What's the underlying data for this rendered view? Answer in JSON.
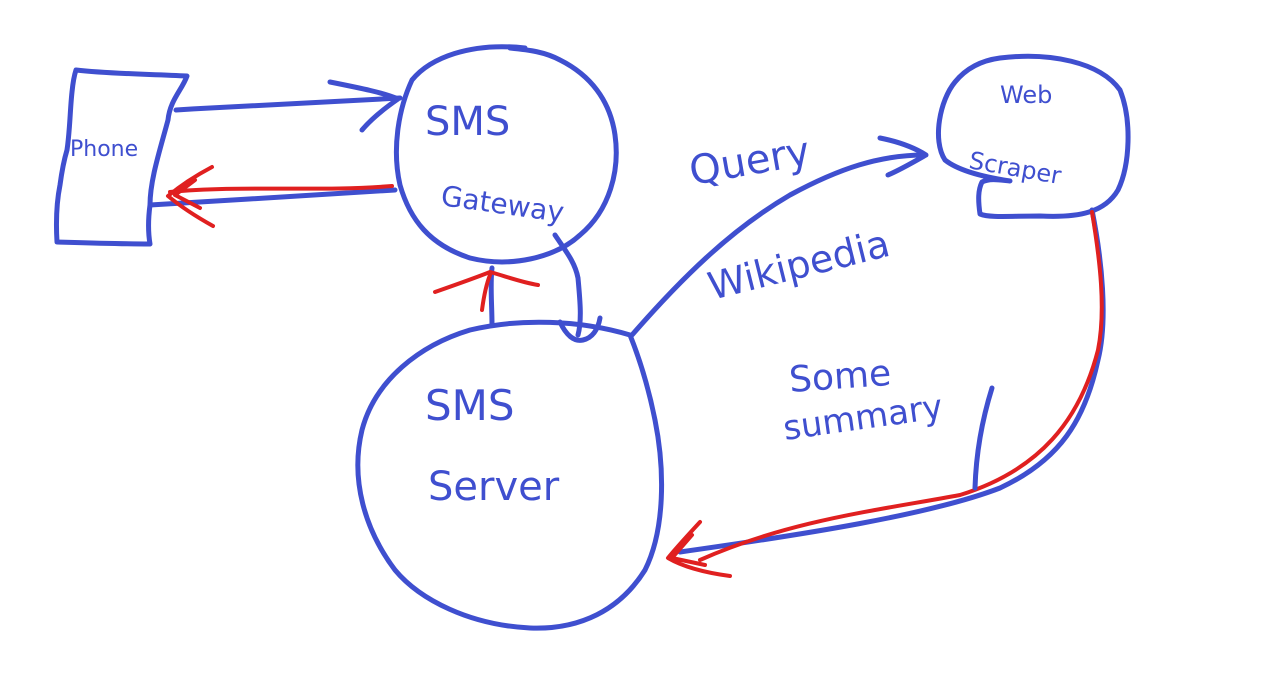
{
  "colors": {
    "blue_ink": "#3f4fcf",
    "red_ink": "#e02020",
    "background": "#ffffff"
  },
  "nodes": {
    "phone": {
      "label": "Phone"
    },
    "sms_gateway": {
      "label_line1": "SMS",
      "label_line2": "Gateway"
    },
    "web_scraper": {
      "label_line1": "Web",
      "label_line2": "Scraper"
    },
    "sms_server": {
      "label_line1": "SMS",
      "label_line2": "Server"
    }
  },
  "edges": {
    "query_label": "Query",
    "wikipedia_label": "Wikipedia",
    "summary_line1": "Some",
    "summary_line2": "summary"
  }
}
